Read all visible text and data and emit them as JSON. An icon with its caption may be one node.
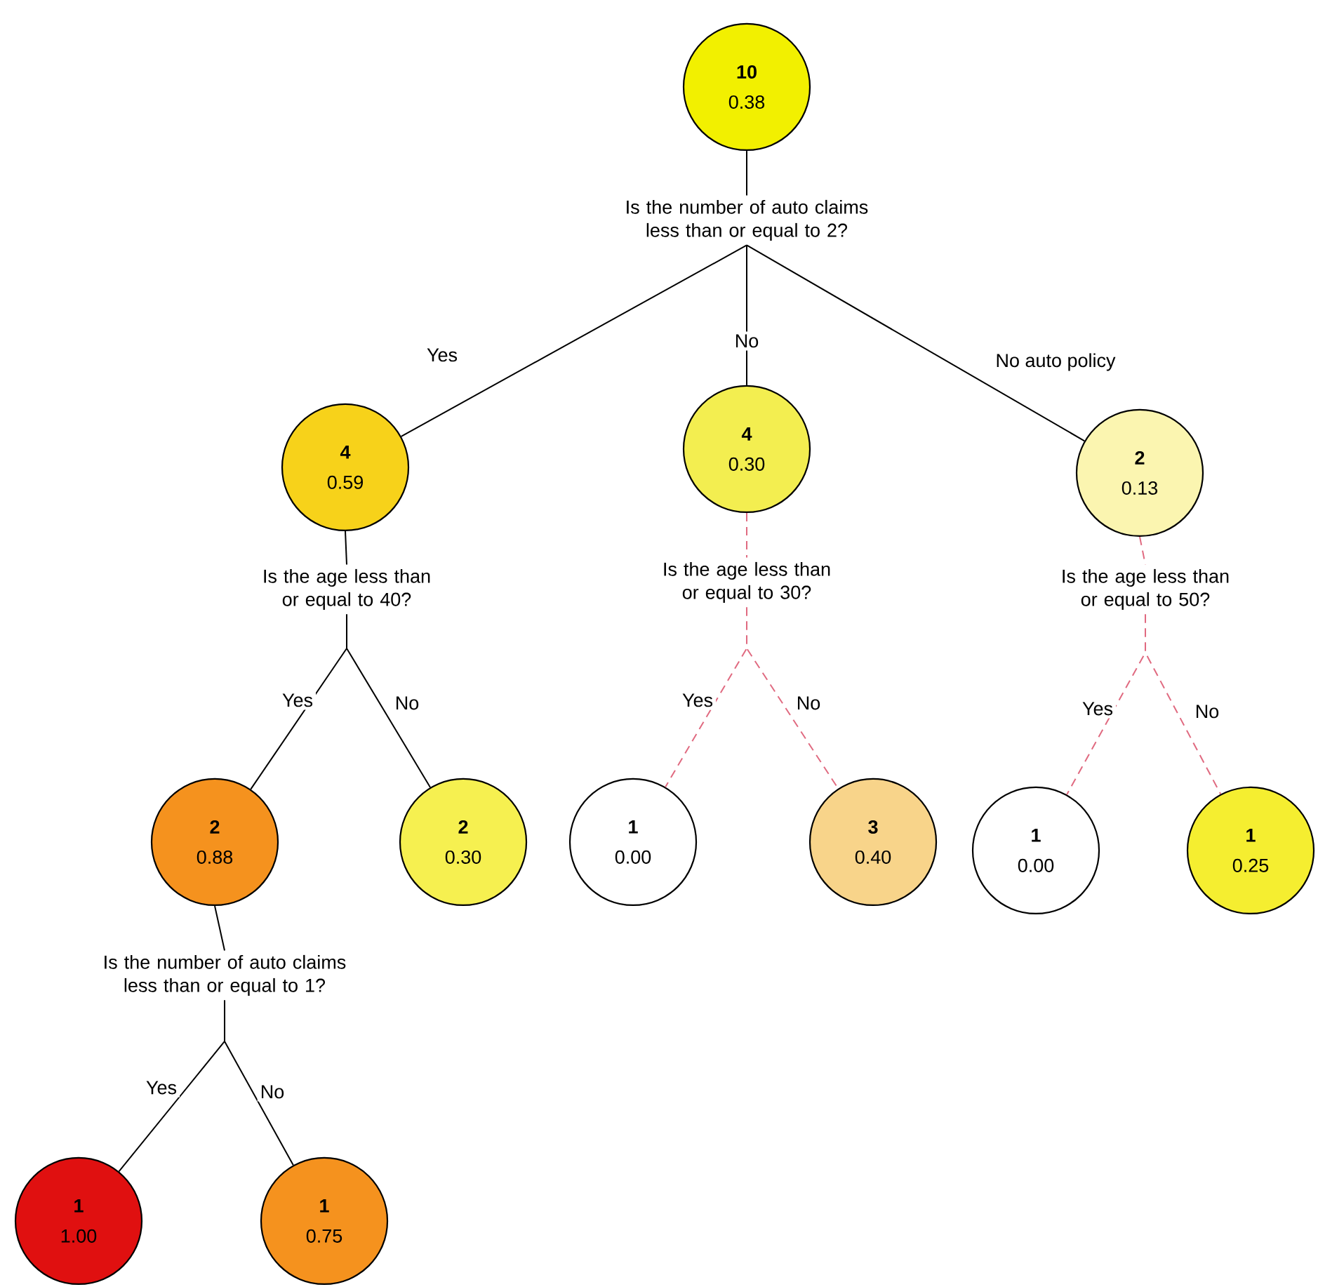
{
  "diagram": {
    "nodes": [
      {
        "text": [
          "10",
          "0.38"
        ]
      },
      {
        "text": [
          "Is the number of auto claims less than or equal to 2?"
        ]
      },
      {
        "text": [
          "4",
          "0.59"
        ]
      },
      {
        "text": [
          "4",
          "0.30"
        ]
      },
      {
        "text": [
          "2",
          "0.13"
        ]
      },
      {
        "text": [
          "Is the age less than or equal to 40?"
        ]
      },
      {
        "text": [
          "Is the age less than or equal to 30?"
        ]
      },
      {
        "text": [
          "Is the age less than or equal to 50?"
        ]
      },
      {
        "text": [
          "2",
          "0.88"
        ]
      },
      {
        "text": [
          "2",
          "0.30"
        ]
      },
      {
        "text": [
          "1",
          "0.00"
        ]
      },
      {
        "text": [
          "3",
          "0.40"
        ]
      },
      {
        "text": [
          "1",
          "0.00"
        ]
      },
      {
        "text": [
          "1",
          "0.25"
        ]
      },
      {
        "text": [
          "Is the number of auto claims less than or equal to 1?"
        ]
      },
      {
        "text": [
          "1",
          "1.00"
        ]
      },
      {
        "text": [
          "1",
          "0.75"
        ]
      }
    ],
    "edges": [
      {
        "from": 0,
        "to": 1,
        "arrow": "none"
      },
      {
        "from": 1,
        "to": 2,
        "arrow": "none",
        "label": "Yes"
      },
      {
        "from": 1,
        "to": 3,
        "arrow": "none",
        "label": "No"
      },
      {
        "from": 1,
        "to": 4,
        "arrow": "none",
        "label": "No auto policy"
      },
      {
        "from": 2,
        "to": 5,
        "arrow": "none"
      },
      {
        "from": 3,
        "to": 6,
        "arrow": "none",
        "style": "dashed",
        "color": "#e06a80"
      },
      {
        "from": 4,
        "to": 7,
        "arrow": "none",
        "style": "dashed",
        "color": "#e06a80"
      },
      {
        "from": 5,
        "to": 8,
        "arrow": "none",
        "label": "Yes"
      },
      {
        "from": 5,
        "to": 9,
        "arrow": "none",
        "label": "No"
      },
      {
        "from": 6,
        "to": 10,
        "arrow": "none",
        "label": "Yes",
        "style": "dashed",
        "color": "#e06a80"
      },
      {
        "from": 6,
        "to": 11,
        "arrow": "none",
        "label": "No",
        "style": "dashed",
        "color": "#e06a80"
      },
      {
        "from": 7,
        "to": 12,
        "arrow": "none",
        "label": "Yes",
        "style": "dashed",
        "color": "#e06a80"
      },
      {
        "from": 7,
        "to": 13,
        "arrow": "none",
        "label": "No",
        "style": "dashed",
        "color": "#e06a80"
      },
      {
        "from": 8,
        "to": 14,
        "arrow": "none"
      },
      {
        "from": 14,
        "to": 15,
        "arrow": "none",
        "label": "Yes"
      },
      {
        "from": 14,
        "to": 16,
        "arrow": "none",
        "label": "No"
      }
    ]
  }
}
